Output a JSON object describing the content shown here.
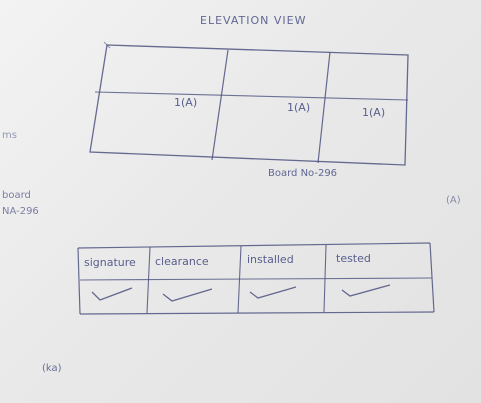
{
  "sketch": {
    "heading": "ELEVATION VIEW",
    "panel_labels": [
      "1(A)",
      "1(A)",
      "1(A)"
    ],
    "caption": "Board No-296"
  },
  "left_margin_notes": [
    "ms",
    "board",
    "NA-296"
  ],
  "right_margin_note": "(A)",
  "bottom_note": "(ka)",
  "checklist": {
    "headers": [
      "signature",
      "clearance",
      "installed",
      "tested"
    ],
    "row": [
      "✓",
      "✓",
      "✓",
      "✓"
    ]
  }
}
